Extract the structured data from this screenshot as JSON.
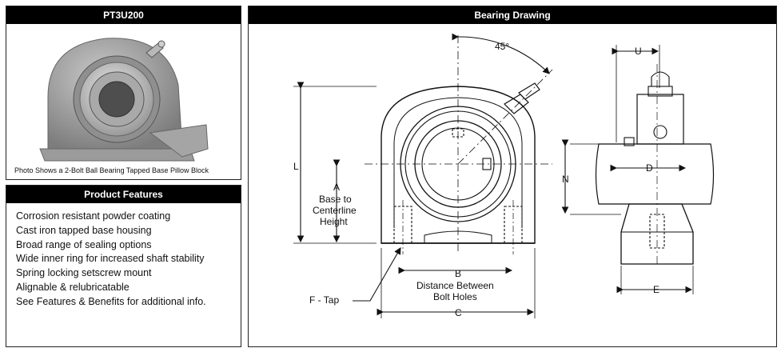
{
  "photo_panel": {
    "title": "PT3U200",
    "caption": "Photo Shows a 2-Bolt Ball Bearing Tapped Base Pillow Block"
  },
  "features_panel": {
    "title": "Product Features",
    "items": [
      "Corrosion resistant powder coating",
      "Cast iron tapped base housing",
      "Broad range of sealing options",
      "Wide inner ring for increased shaft stability",
      "Spring locking setscrew mount",
      "Alignable & relubricatable",
      "See Features & Benefits for additional info."
    ]
  },
  "drawing_panel": {
    "title": "Bearing Drawing",
    "labels": {
      "angle": "45°",
      "L": "L",
      "A": "A",
      "A_desc1": "Base to",
      "A_desc2": "Centerline",
      "A_desc3": "Height",
      "B": "B",
      "B_desc1": "Distance Between",
      "B_desc2": "Bolt Holes",
      "C": "C",
      "F": "F - Tap",
      "U": "U",
      "D": "D",
      "N": "N",
      "E": "E"
    }
  }
}
